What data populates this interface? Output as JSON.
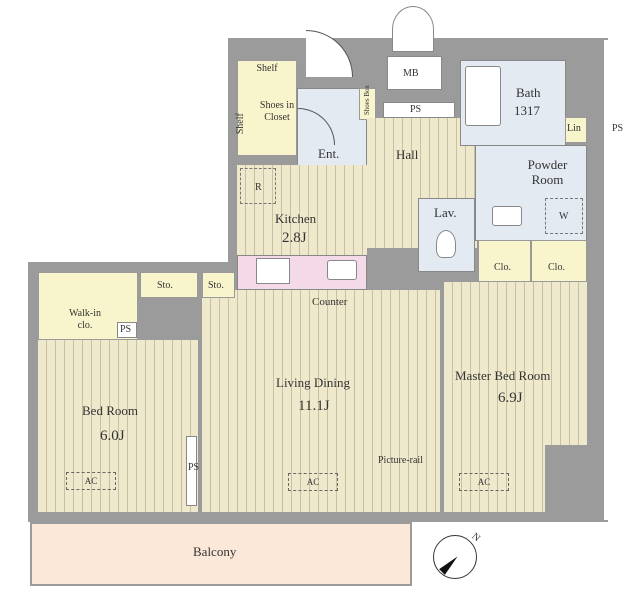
{
  "plan": {
    "rooms": {
      "shelf_top": "Shelf",
      "shelf_side": "Shelf",
      "shoes_closet": "Shoes in Closet",
      "entrance": "Ent.",
      "mb": "MB",
      "shoes_box": "Shoes Box",
      "ps_top": "PS",
      "ps_outside": "PS",
      "hall": "Hall",
      "bath": "Bath",
      "bath_size": "1317",
      "linen": "Lin",
      "powder_room": "Powder Room",
      "washer": "W",
      "lavatory": "Lav.",
      "fridge": "R",
      "kitchen": "Kitchen",
      "kitchen_size": "2.8J",
      "counter": "Counter",
      "closet_1": "Clo.",
      "closet_2": "Clo.",
      "storage_1": "Sto.",
      "storage_2": "Sto.",
      "walk_in": "Walk-in clo.",
      "ps_walkin": "PS",
      "living": "Living Dining",
      "living_size": "11.1J",
      "bedroom": "Bed Room",
      "bedroom_size": "6.0J",
      "master": "Master Bed Room",
      "master_size": "6.9J",
      "picture_rail": "Picture-rail",
      "ps_vertical": "PS",
      "ac_1": "AC",
      "ac_2": "AC",
      "ac_3": "AC",
      "balcony": "Balcony",
      "north": "N"
    }
  }
}
